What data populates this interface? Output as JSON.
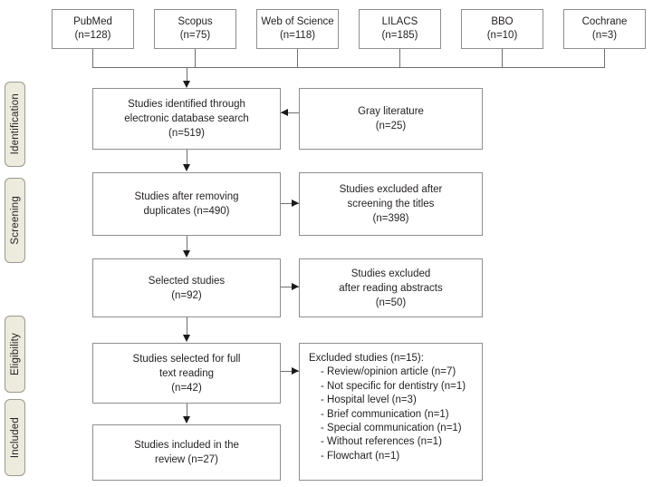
{
  "diagram": {
    "type": "prisma-flowchart",
    "colors": {
      "box_border": "#8e8e8e",
      "box_background": "#ffffff",
      "stage_background": "#edeade",
      "stage_border": "#9a9a8c",
      "connector": "#6f6f6f",
      "arrowhead": "#1a1a1a",
      "text": "#231f20"
    },
    "sources": [
      {
        "name": "PubMed",
        "count_label": "(n=128)",
        "text": "PubMed\n(n=128)"
      },
      {
        "name": "Scopus",
        "count_label": "(n=75)",
        "text": "Scopus\n(n=75)"
      },
      {
        "name": "Web of Science",
        "count_label": "(n=118)",
        "text": "Web of Science\n(n=118)"
      },
      {
        "name": "LILACS",
        "count_label": "(n=185)",
        "text": "LILACS\n(n=185)"
      },
      {
        "name": "BBO",
        "count_label": "(n=10)",
        "text": "BBO\n(n=10)"
      },
      {
        "name": "Cochrane",
        "count_label": "(n=3)",
        "text": "Cochrane\n(n=3)"
      }
    ],
    "stages": [
      {
        "label": "Identification"
      },
      {
        "label": "Screening"
      },
      {
        "label": "Eligibility"
      },
      {
        "label": "Included"
      }
    ],
    "main_boxes": [
      {
        "id": "identified",
        "text": "Studies identified through\nelectronic database search\n(n=519)",
        "count": 519
      },
      {
        "id": "deduplicated",
        "text": "Studies after removing\nduplicates (n=490)",
        "count": 490
      },
      {
        "id": "selected",
        "text": "Selected studies\n(n=92)",
        "count": 92
      },
      {
        "id": "fulltext",
        "text": "Studies selected for full\ntext reading\n(n=42)",
        "count": 42
      },
      {
        "id": "included",
        "text": "Studies included in the\nreview (n=27)",
        "count": 27
      }
    ],
    "side_boxes": [
      {
        "id": "gray-literature",
        "text": "Gray literature\n(n=25)",
        "count": 25,
        "arrow": "left"
      },
      {
        "id": "excluded-titles",
        "text": "Studies excluded after\nscreening the titles\n(n=398)",
        "count": 398,
        "arrow": "right"
      },
      {
        "id": "excluded-abstracts",
        "text": "Studies excluded\nafter reading abstracts\n(n=50)",
        "count": 50,
        "arrow": "right"
      }
    ],
    "excluded_box": {
      "id": "excluded-fulltext",
      "heading": "Excluded studies (n=15):",
      "total": 15,
      "arrow": "right",
      "items": [
        "- Review/opinion article (n=7)",
        "- Not specific for dentistry (n=1)",
        "- Hospital level (n=3)",
        "- Brief communication (n=1)",
        "- Special communication (n=1)",
        "- Without references (n=1)",
        "- Flowchart (n=1)"
      ]
    }
  }
}
